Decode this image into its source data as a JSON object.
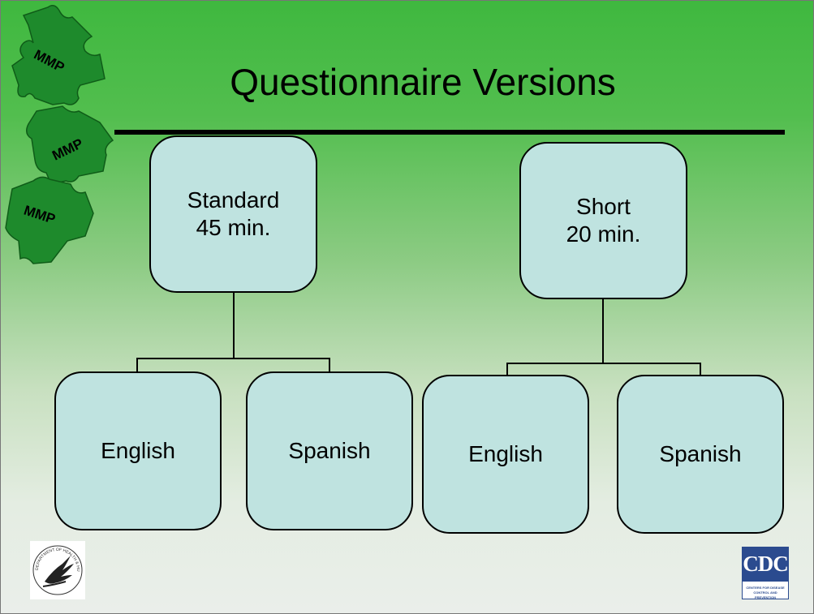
{
  "title": "Questionnaire Versions",
  "logos": {
    "puzzle_label": "MMP",
    "cdc_text": "CDC",
    "cdc_subtext": "CENTERS FOR DISEASE CONTROL AND PREVENTION",
    "hhs_seal_text": "DEPARTMENT OF HEALTH & HUMAN SERVICES USA"
  },
  "diagram": {
    "standard": {
      "line1": "Standard",
      "line2": "45 min."
    },
    "short": {
      "line1": "Short",
      "line2": "20 min."
    },
    "standard_children": [
      "English",
      "Spanish"
    ],
    "short_children": [
      "English",
      "Spanish"
    ]
  },
  "colors": {
    "background_top": "#3fb83f",
    "background_bottom": "#eaeeea",
    "box_fill": "#bfe3e0",
    "puzzle": "#1e8a2c"
  }
}
